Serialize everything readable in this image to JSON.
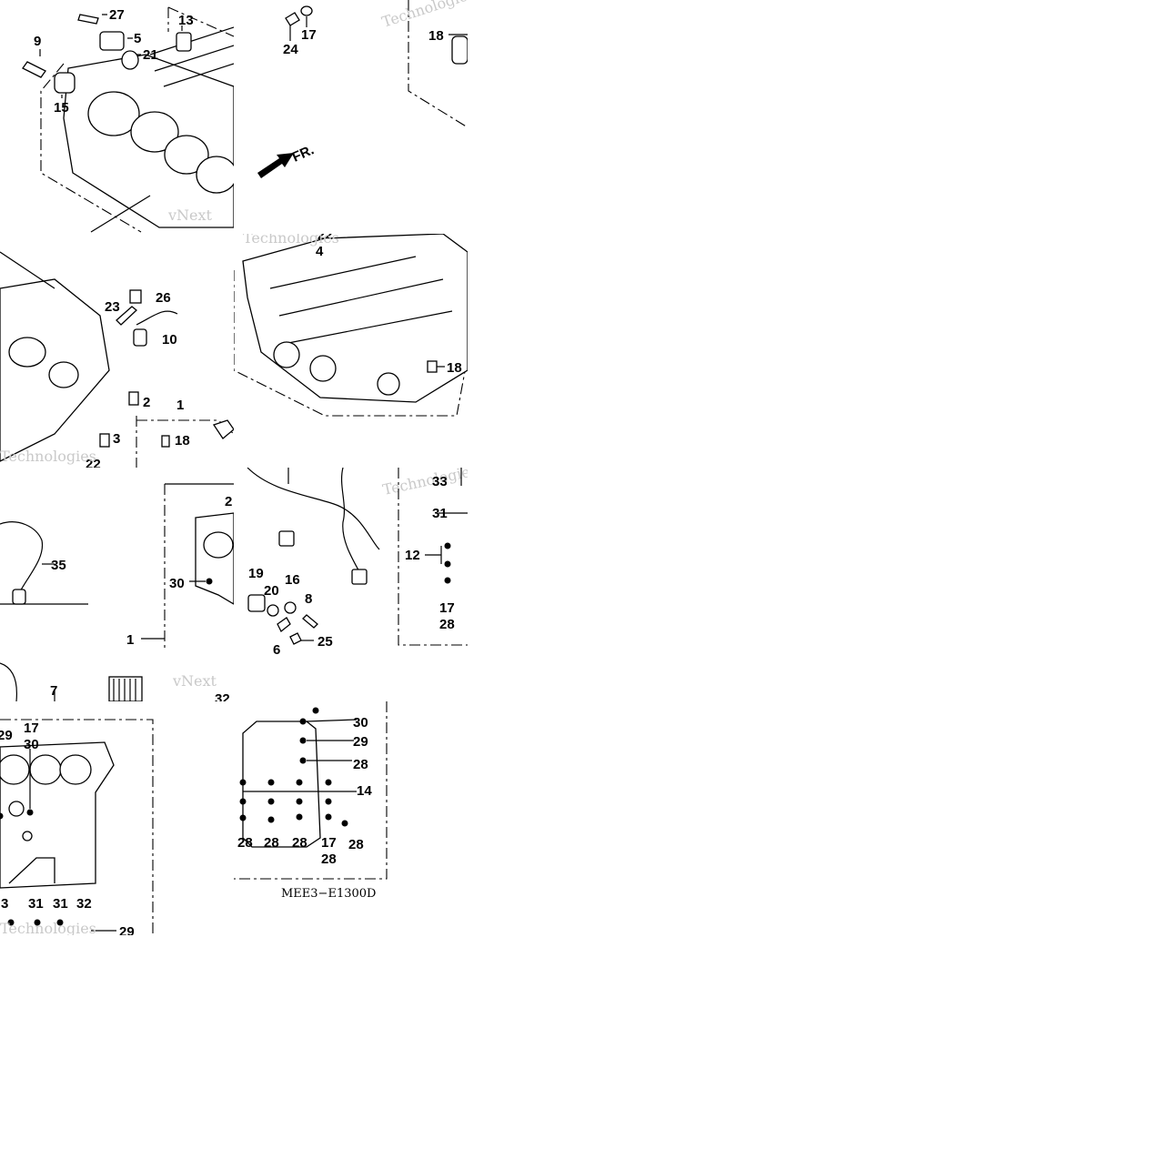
{
  "diagram": {
    "code": "MEE3−E1300D",
    "direction_label": "FR.",
    "watermark": {
      "a": "vNext",
      "b": "Technologies"
    },
    "callouts": {
      "t1": [
        "27",
        "5",
        "13",
        "9",
        "21",
        "15"
      ],
      "t2": [
        "24",
        "17",
        "18"
      ],
      "t3": [
        "22",
        "4",
        "18"
      ],
      "t4": [
        "23",
        "26",
        "10",
        "2",
        "1",
        "3",
        "18",
        "22"
      ],
      "t5": [
        "33",
        "31",
        "12",
        "17",
        "28"
      ],
      "t6": [
        "19",
        "20",
        "16",
        "8",
        "6",
        "25"
      ],
      "t7": [
        "2",
        "30",
        "1",
        "32"
      ],
      "t8": [
        "35",
        "7"
      ],
      "t9": [
        "30",
        "29",
        "28",
        "14",
        "28",
        "28",
        "28",
        "17",
        "28",
        "28"
      ],
      "t10": [
        "29",
        "17",
        "30",
        "3",
        "31",
        "31",
        "32",
        "29"
      ]
    }
  }
}
